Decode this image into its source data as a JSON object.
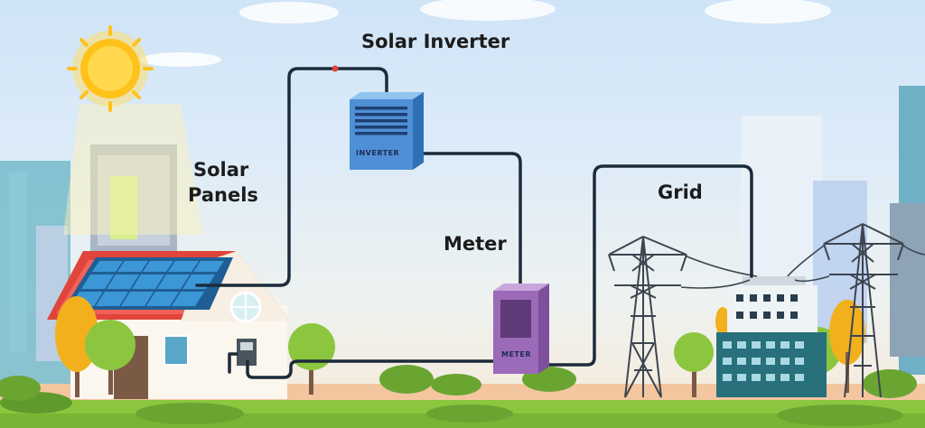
{
  "labels": {
    "solar_inverter": "Solar Inverter",
    "solar_panels_line1": "Solar",
    "solar_panels_line2": "Panels",
    "meter": "Meter",
    "grid": "Grid"
  },
  "device_text": {
    "inverter": "INVERTER",
    "meter": "METER"
  },
  "colors": {
    "sky_top": "#cfe4f7",
    "ground": "#f3c6a0",
    "grass": "#8cc63f",
    "wire": "#1c2b3a",
    "inverter": "#4f8fd6",
    "meter": "#9b6ab8",
    "roof": "#e0443a",
    "panel": "#2e7fc1",
    "sun": "#ffc21a"
  }
}
